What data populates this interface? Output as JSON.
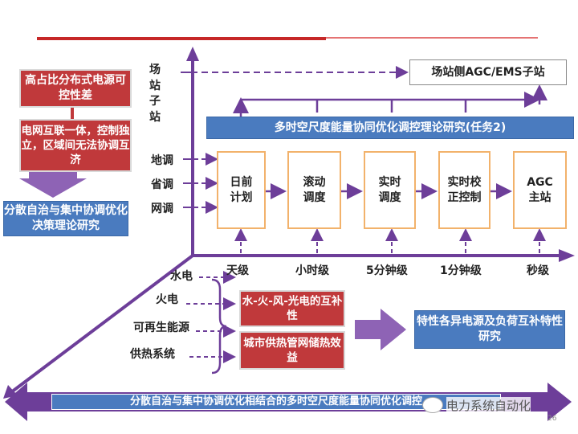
{
  "title_colors": {
    "red": "#c0393b",
    "blue": "#4a7bbf",
    "purple": "#6d3e99",
    "orange": "#f2b26b"
  },
  "left_panel": {
    "box1": "高占比分布式电源可控性差",
    "box2": "电网互联一体，控制独立，区域间无法协调互济",
    "box3": "分散自治与集中协调优化决策理论研究"
  },
  "y_axis_labels": {
    "station": "场站子站",
    "prefecture": "地调",
    "province": "省调",
    "grid": "网调"
  },
  "top_box": "场站侧AGC/EMS子站",
  "band_top": "多时空尺度能量协同优化调控理论研究(任务2)",
  "process_steps": [
    "日前计划",
    "滚动调度",
    "实时调度",
    "实时校正控制",
    "AGC主站"
  ],
  "time_scales": [
    "天级",
    "小时级",
    "5分钟级",
    "1分钟级",
    "秒级"
  ],
  "energy_sources": [
    "水电",
    "火电",
    "可再生能源",
    "供热系统"
  ],
  "middle_boxes": [
    "水-火-风-光电的互补性",
    "城市供热管网储热效益"
  ],
  "right_box": "特性各异电源及负荷互补特性研究",
  "bottom_band": "分散自治与集中协调优化相结合的多时空尺度能量协同优化调控",
  "watermark": "电力系统自动化",
  "page_number": "26"
}
